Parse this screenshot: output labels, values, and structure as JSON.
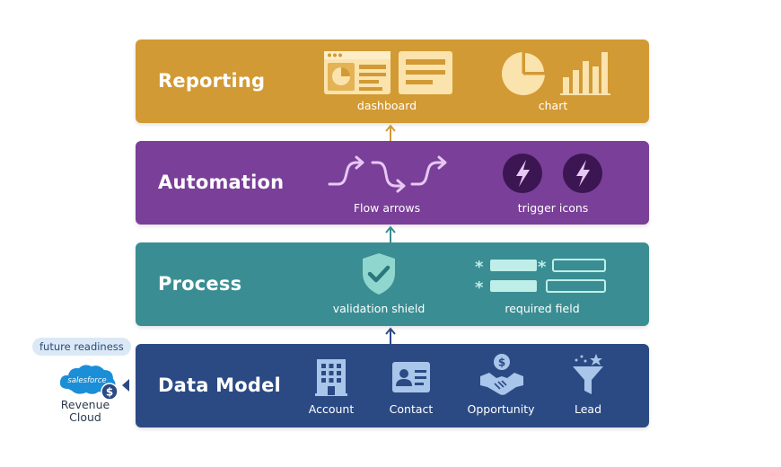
{
  "colors": {
    "reporting": "#d29a34",
    "automation": "#7a3f98",
    "process": "#3a8e93",
    "data_model": "#2b4a84",
    "revenue_cloud_blue": "#1b8ed8"
  },
  "layers": {
    "reporting": {
      "title": "Reporting",
      "items": [
        {
          "label": "dashboard",
          "icon": "dashboard-icon"
        },
        {
          "label": "chart",
          "icon": "chart-icon"
        }
      ]
    },
    "automation": {
      "title": "Automation",
      "items": [
        {
          "label": "Flow arrows",
          "icon": "flow-arrows-icon"
        },
        {
          "label": "trigger icons",
          "icon": "lightning-icon"
        }
      ]
    },
    "process": {
      "title": "Process",
      "items": [
        {
          "label": "validation shield",
          "icon": "shield-check-icon"
        },
        {
          "label": "required field",
          "icon": "required-field-icon"
        }
      ]
    },
    "data_model": {
      "title": "Data Model",
      "items": [
        {
          "label": "Account",
          "icon": "building-icon"
        },
        {
          "label": "Contact",
          "icon": "contact-card-icon"
        },
        {
          "label": "Opportunity",
          "icon": "handshake-dollar-icon"
        },
        {
          "label": "Lead",
          "icon": "funnel-star-icon"
        }
      ]
    }
  },
  "revenue_cloud": {
    "pill": "future readiness",
    "logo_text": "salesforce",
    "label": "Revenue Cloud"
  }
}
